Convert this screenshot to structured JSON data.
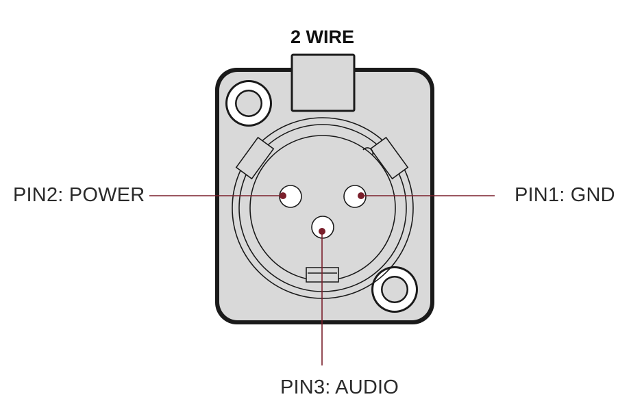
{
  "title": "2 WIRE",
  "pins": [
    {
      "id": "pin2",
      "label": "PIN2: POWER"
    },
    {
      "id": "pin1",
      "label": "PIN1: GND"
    },
    {
      "id": "pin3",
      "label": "PIN3: AUDIO"
    }
  ],
  "colors": {
    "background": "#ffffff",
    "connector_face": "#d9d9d9",
    "outline": "#1a1a1a",
    "leader_line": "#7a1f2b",
    "text": "#2a2a2a"
  }
}
